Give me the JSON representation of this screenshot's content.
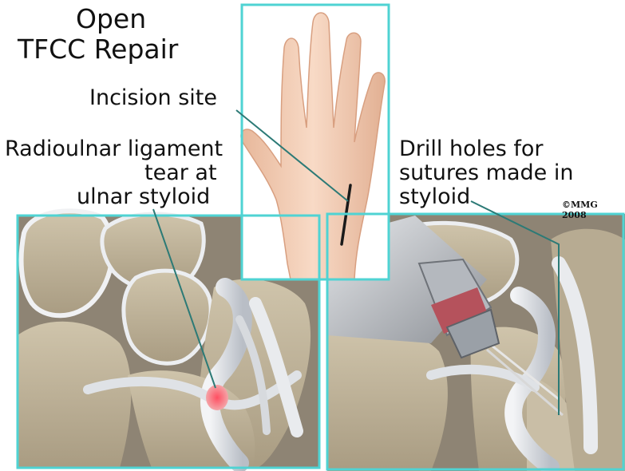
{
  "title": {
    "line1": "Open",
    "line2": "TFCC Repair"
  },
  "labels": {
    "incision": "Incision site",
    "tear_line1": "Radioulnar ligament",
    "tear_line2": "tear at",
    "tear_line3": "ulnar styloid",
    "drill_line1": "Drill holes for",
    "drill_line2": "sutures made in",
    "drill_line3": "styloid"
  },
  "copyright": "©MMG 2008",
  "colors": {
    "frame": "#4fd3d3",
    "leader": "#2c7a76",
    "bone": "#b9ad94",
    "ligament": "#e4e6ea",
    "skin": "#f3cfb7",
    "tear": "#f07f85"
  },
  "icons": [
    "hand-illustration",
    "wrist-anatomy-left",
    "wrist-anatomy-right",
    "surgical-drill"
  ]
}
